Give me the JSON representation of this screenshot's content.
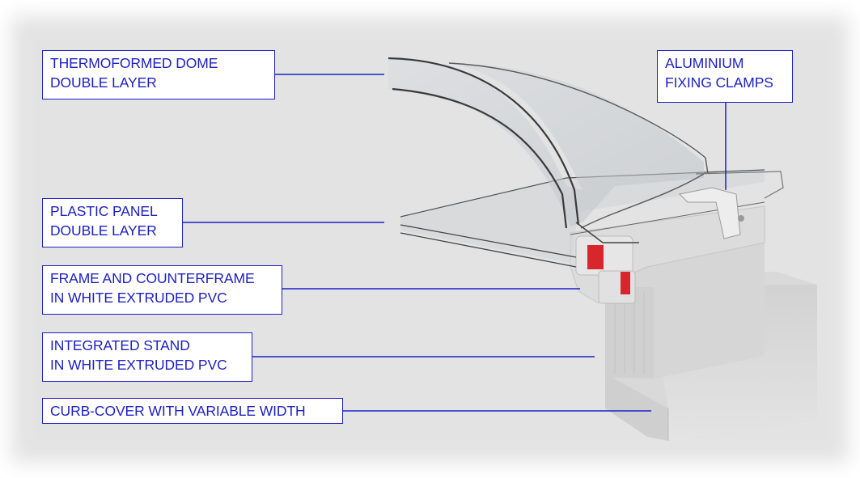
{
  "labels": {
    "dome": {
      "line1": "THERMOFORMED DOME",
      "line2": "DOUBLE LAYER"
    },
    "clamps": {
      "line1": "ALUMINIUM",
      "line2": "FIXING CLAMPS"
    },
    "panel": {
      "line1": "PLASTIC PANEL",
      "line2": "DOUBLE LAYER"
    },
    "frame": {
      "line1": "FRAME AND COUNTERFRAME",
      "line2": "IN WHITE EXTRUDED PVC"
    },
    "stand": {
      "line1": "INTEGRATED STAND",
      "line2": "IN WHITE EXTRUDED PVC"
    },
    "curb": {
      "line1": "CURB-COVER WITH VARIABLE WIDTH"
    }
  },
  "colors": {
    "callout": "#1c1fc8",
    "gasket": "#d8262c",
    "background": "#e2e2e2"
  }
}
